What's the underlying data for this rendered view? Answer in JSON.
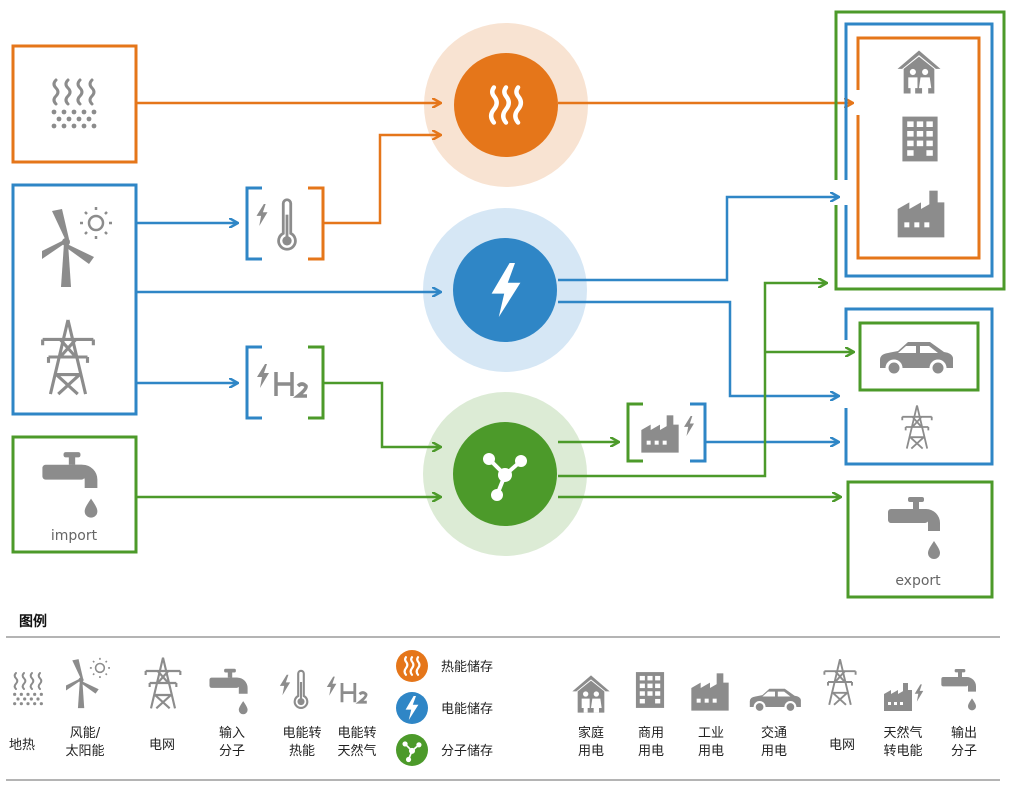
{
  "colors": {
    "heat": "#e5761a",
    "power": "#2f86c6",
    "molecule": "#4c9a2a",
    "icon": "#8c8c8c",
    "heat_halo": "#f8e3d2",
    "power_halo": "#d6e7f5",
    "molecule_halo": "#dcebd5"
  },
  "io": {
    "import_label": "import",
    "export_label": "export"
  },
  "legend": {
    "title": "图例",
    "geothermal": "地热",
    "wind_solar_1": "风能/",
    "wind_solar_2": "太阳能",
    "grid": "电网",
    "input_1": "输入",
    "input_2": "分子",
    "p2h_1": "电能转",
    "p2h_2": "热能",
    "p2g_1": "电能转",
    "p2g_2": "天然气",
    "heat_storage": "热能储存",
    "power_storage": "电能储存",
    "molecule_storage": "分子储存",
    "home_1": "家庭",
    "home_2": "用电",
    "commercial_1": "商用",
    "commercial_2": "用电",
    "industry_1": "工业",
    "industry_2": "用电",
    "transport_1": "交通",
    "transport_2": "用电",
    "grid_out": "电网",
    "g2p_1": "天然气",
    "g2p_2": "转电能",
    "output_1": "输出",
    "output_2": "分子"
  },
  "icons": {
    "heat_source": "geothermal-icon",
    "wind": "wind-turbine-icon",
    "sun": "sun-icon",
    "tower": "power-tower-icon",
    "faucet": "faucet-icon",
    "thermometer": "thermometer-icon",
    "bolt": "lightning-icon",
    "heat_waves": "heat-waves-icon",
    "molecule": "molecule-icon",
    "house": "house-family-icon",
    "building": "office-building-icon",
    "factory": "factory-icon",
    "car": "car-icon"
  }
}
